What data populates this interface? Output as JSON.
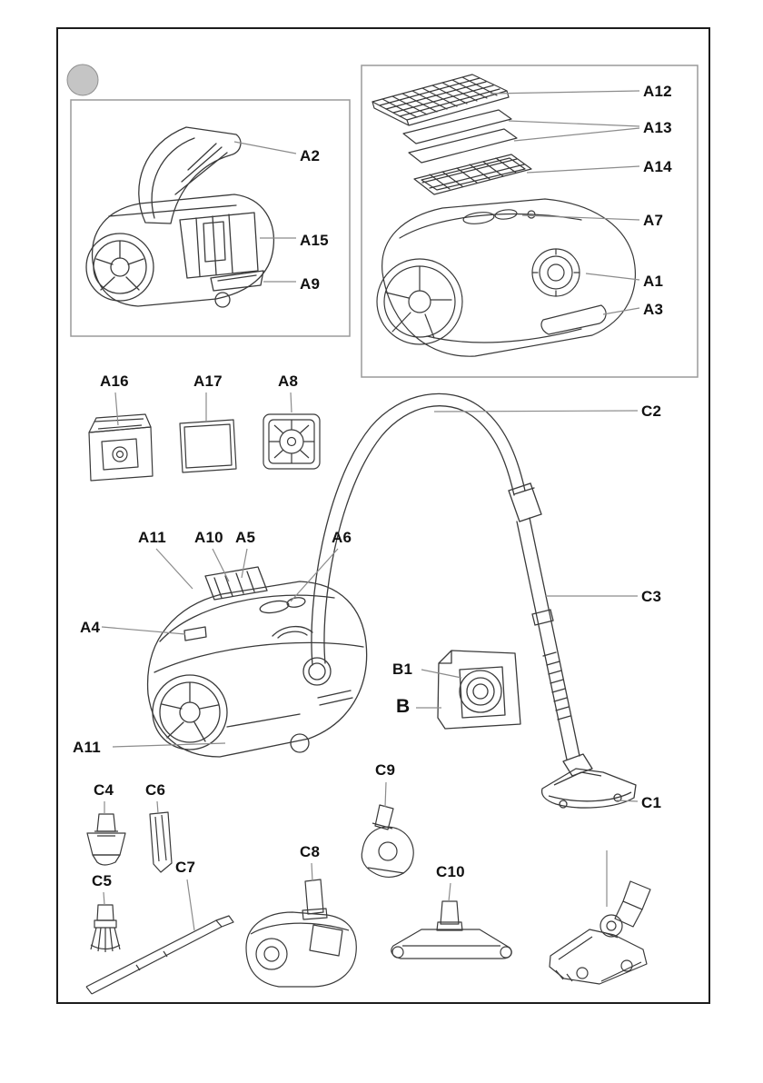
{
  "page": {
    "background": "#ffffff",
    "frame_color": "#1c1c1c",
    "inset_frame_color": "#9a9a9a",
    "artwork_color": "#3a3a3a",
    "leader_color": "#8c8c8c",
    "label_color": "#111111",
    "marker_fill": "#c5c5c5"
  },
  "labels": {
    "a2": "A2",
    "a15": "A15",
    "a9": "A9",
    "a12": "A12",
    "a13": "A13",
    "a14": "A14",
    "a7": "A7",
    "a1": "A1",
    "a3": "A3",
    "a16": "A16",
    "a17": "A17",
    "a8": "A8",
    "c2": "C2",
    "a11_top": "A11",
    "a10": "A10",
    "a5": "A5",
    "a6": "A6",
    "a4": "A4",
    "c3": "C3",
    "b1": "B1",
    "b": "B",
    "a11_bottom": "A11",
    "c1": "C1",
    "c4": "C4",
    "c6": "C6",
    "c9": "C9",
    "c5": "C5",
    "c7": "C7",
    "c8": "C8",
    "c10": "C10"
  }
}
